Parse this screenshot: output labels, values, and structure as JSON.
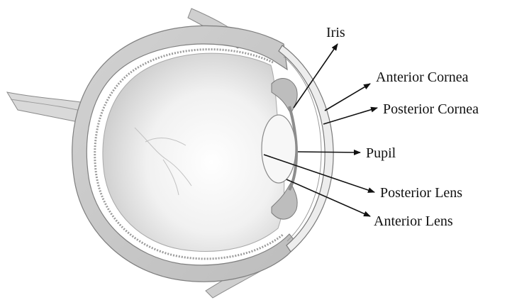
{
  "diagram": {
    "labels": {
      "iris": "Iris",
      "anterior_cornea": "Anterior Cornea",
      "posterior_cornea": "Posterior Cornea",
      "pupil": "Pupil",
      "posterior_lens": "Posterior Lens",
      "anterior_lens": "Anterior Lens"
    }
  },
  "colors": {
    "line": "#111111",
    "outline": "#8a8a8a",
    "background": "#ffffff"
  }
}
